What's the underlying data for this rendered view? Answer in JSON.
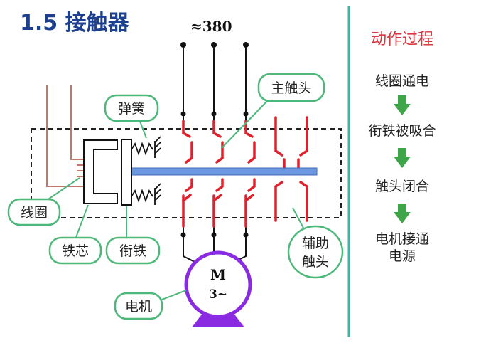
{
  "title": "1.5 接触器",
  "voltage": "≈380",
  "labels": {
    "spring": "弹簧",
    "main_contacts": "主触头",
    "coil": "线圈",
    "core": "铁芯",
    "armature": "衔铁",
    "aux_contacts_line1": "辅助",
    "aux_contacts_line2": "触头",
    "motor": "电机"
  },
  "motor": {
    "line1": "M",
    "line2": "3~"
  },
  "process": {
    "heading": "动作过程",
    "steps": [
      {
        "text": "线圈通电"
      },
      {
        "text": "衔铁被吸合"
      },
      {
        "text": "触头闭合"
      },
      {
        "text": "电机接通",
        "text2": "电源"
      }
    ]
  },
  "colors": {
    "title": "#1c3f8f",
    "contact_red": "#e0202c",
    "callout_green": "#4cb87a",
    "arrow_green": "#3ea548",
    "motor_purple": "#8a2be2",
    "bar_blue": "#6c98e0",
    "divider_teal": "#3fb3a6",
    "heading_red": "#d9363e",
    "coil_brown": "#c0786a"
  }
}
